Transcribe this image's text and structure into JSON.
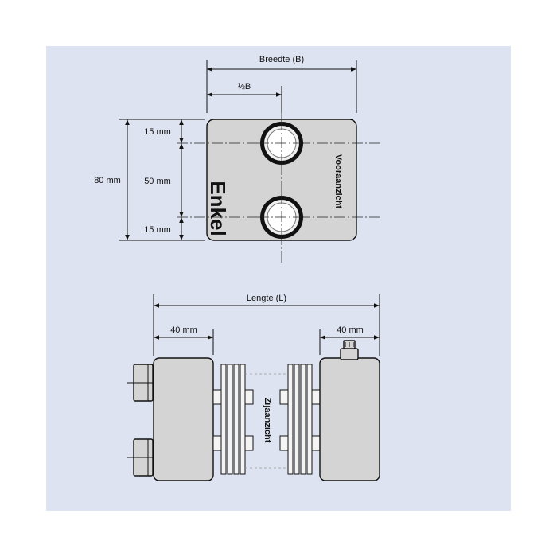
{
  "front_view": {
    "width_label": "Breedte (B)",
    "half_width_label": "½B",
    "height_total": "80 mm",
    "top_offset": "15 mm",
    "port_spacing": "50 mm",
    "bottom_offset": "15 mm",
    "model_label": "Enkel",
    "view_label": "Vooraanzicht"
  },
  "side_view": {
    "length_label": "Lengte (L)",
    "left_depth": "40 mm",
    "right_depth": "40 mm",
    "view_label": "Zijaanzicht"
  },
  "colors": {
    "background": "#dde3f0",
    "body_fill": "#d4d4d4",
    "line": "#111111"
  }
}
